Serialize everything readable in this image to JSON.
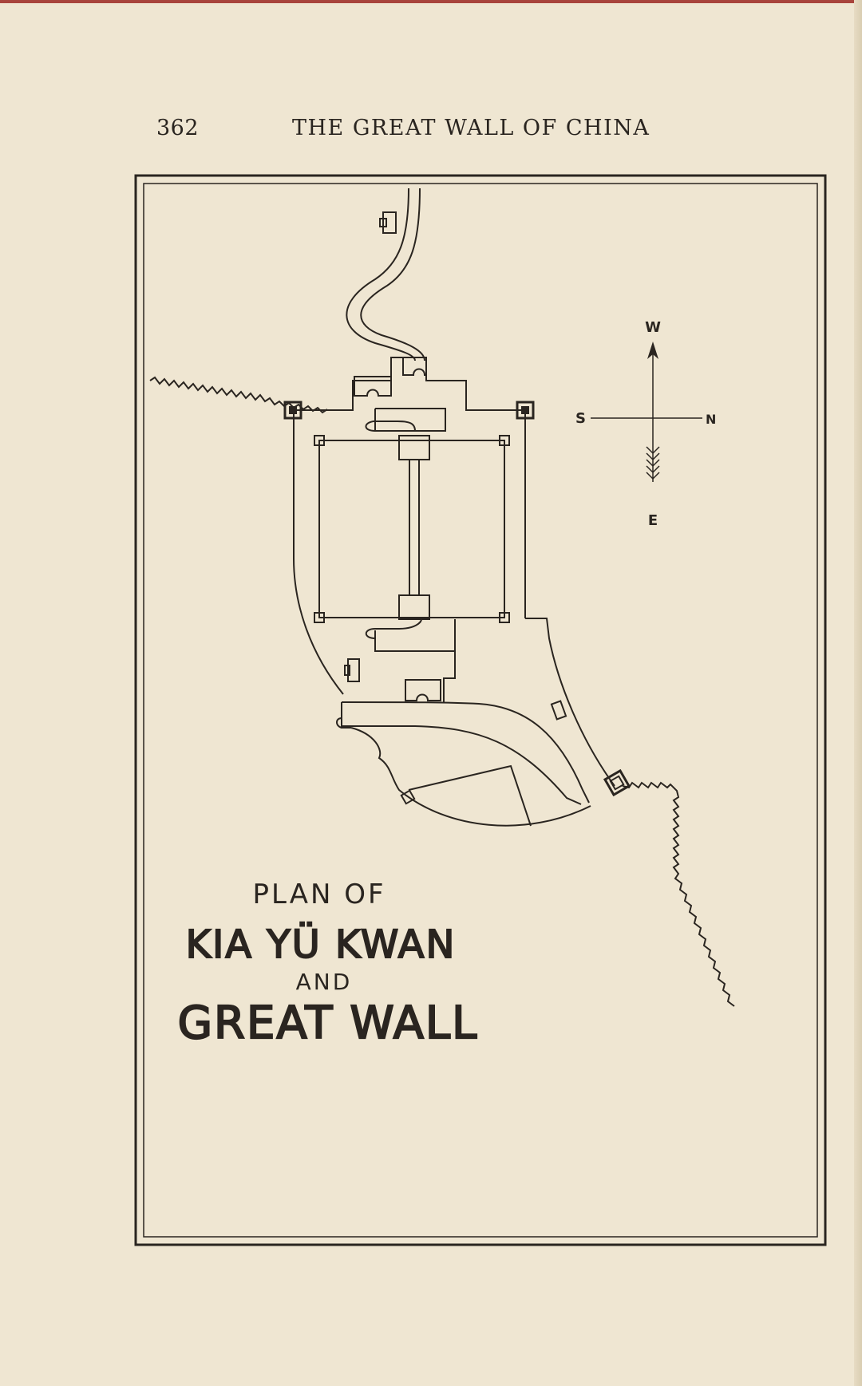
{
  "page": {
    "number": "362",
    "running_title": "THE GREAT WALL OF CHINA"
  },
  "map": {
    "title_line_1": "PLAN OF",
    "title_line_2": "KIA YÜ KWAN",
    "title_line_3": "AND",
    "title_line_4": "GREAT WALL",
    "compass": {
      "north": "N",
      "south": "S",
      "east": "E",
      "west": "W"
    }
  },
  "colors": {
    "paper": "#efe6d2",
    "ink": "#2a2520",
    "edge": "#a8443c"
  }
}
